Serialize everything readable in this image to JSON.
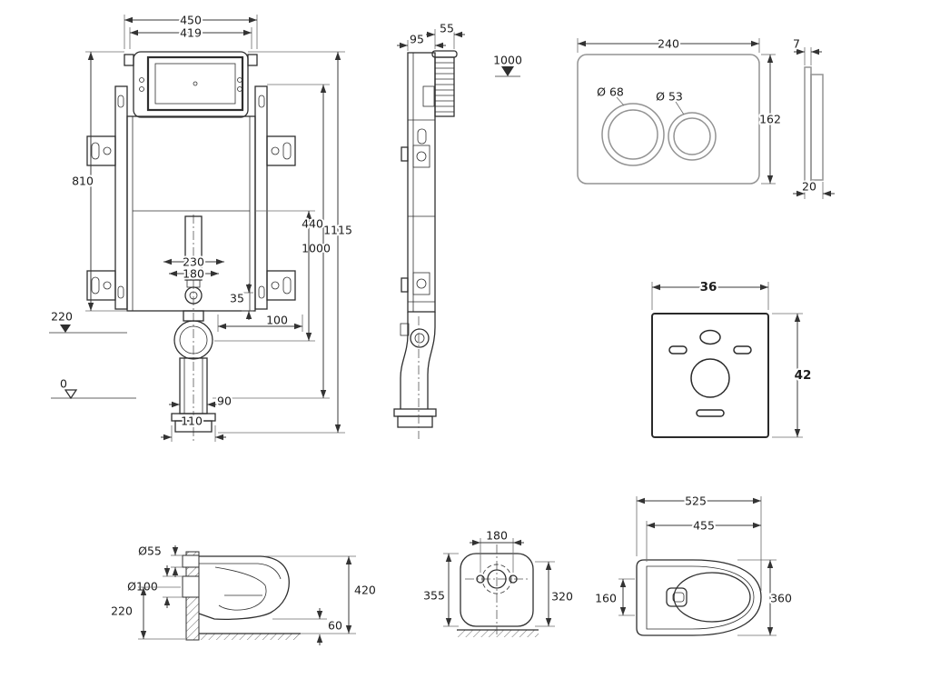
{
  "style": {
    "ink": "#2f2f2f",
    "background": "#ffffff"
  },
  "cistern_front": {
    "d450": "450",
    "d419": "419",
    "d810": "810",
    "d1115": "1115",
    "d1000": "1000",
    "d440": "440",
    "d230": "230",
    "d180": "180",
    "d220": "220",
    "d35": "35",
    "d100": "100",
    "d0": "0",
    "d90": "90",
    "d110": "110"
  },
  "cistern_side": {
    "d95": "95",
    "d55": "55",
    "d1000": "1000"
  },
  "flush_plate": {
    "d240": "240",
    "d162": "162",
    "d68": "Ø 68",
    "d53": "Ø 53",
    "d7": "7",
    "d20": "20"
  },
  "insulation_mat": {
    "d36": "36",
    "d42": "42"
  },
  "toilet_side": {
    "d55": "Ø55",
    "d100": "Ø100",
    "d220": "220",
    "d420": "420",
    "d60": "60"
  },
  "toilet_front": {
    "d180": "180",
    "d355": "355",
    "d320": "320"
  },
  "toilet_top": {
    "d525": "525",
    "d455": "455",
    "d160": "160",
    "d360": "360"
  }
}
